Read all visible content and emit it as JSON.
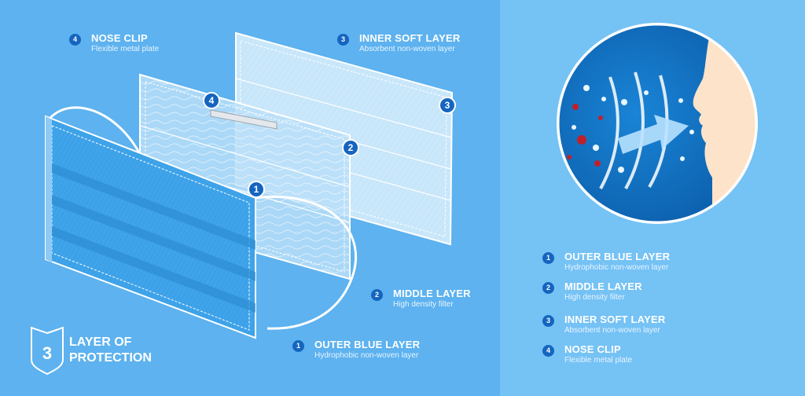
{
  "colors": {
    "left_background": "#5db2ef",
    "right_background": "#75c2f5",
    "badge_blue": "#1565c0",
    "outer_layer_blue": "#3fa4ea",
    "circle_navy": "#0d68b8",
    "face_skin": "#fde3c9",
    "particle_red": "#c0202a",
    "particle_white": "#e8f6ff"
  },
  "diagram": {
    "protection": {
      "number": "3",
      "title": "LAYER OF PROTECTION",
      "icon": "shield-icon"
    },
    "markers": [
      "1",
      "2",
      "3",
      "4"
    ],
    "callouts": [
      {
        "badge": "4",
        "title": "NOSE CLIP",
        "desc": "Flexible metal plate"
      },
      {
        "badge": "3",
        "title": "INNER SOFT LAYER",
        "desc": "Absorbent non-woven layer"
      },
      {
        "badge": "2",
        "title": "MIDDLE LAYER",
        "desc": "High density filter"
      },
      {
        "badge": "1",
        "title": "OUTER BLUE LAYER",
        "desc": "Hydrophobic non-woven layer"
      }
    ]
  },
  "legend": [
    {
      "badge": "1",
      "title": "OUTER BLUE LAYER",
      "desc": "Hydrophobic non-woven layer"
    },
    {
      "badge": "2",
      "title": "MIDDLE LAYER",
      "desc": "High density filter"
    },
    {
      "badge": "3",
      "title": "INNER SOFT LAYER",
      "desc": "Absorbent non-woven layer"
    },
    {
      "badge": "4",
      "title": "NOSE CLIP",
      "desc": "Flexible metal plate"
    }
  ],
  "illustration": {
    "icons": [
      "face-profile-icon",
      "airflow-arrow-icon",
      "particles-icon"
    ]
  }
}
